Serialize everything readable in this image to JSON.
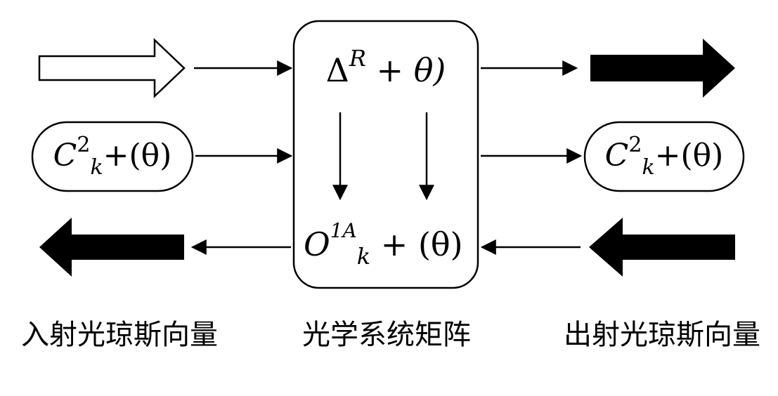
{
  "matrix": {
    "top_formula": {
      "base": "Δ",
      "sup": "R",
      "rest": " + θ)"
    },
    "bottom_formula": {
      "base": "O",
      "sup": "1A",
      "sub": "k",
      "rest": " + (θ)"
    }
  },
  "left_pill": {
    "base": "C",
    "sup": "2",
    "sub": "k",
    "rest": "+(θ)"
  },
  "right_pill": {
    "base": "C",
    "sup": "2",
    "sub": "k",
    "rest": "+(θ)"
  },
  "labels": {
    "incoming": "入射光琼斯向量",
    "system": "光学系统矩阵",
    "outgoing": "出射光琼斯向量"
  },
  "colors": {
    "ink": "#000000",
    "background": "#ffffff"
  }
}
